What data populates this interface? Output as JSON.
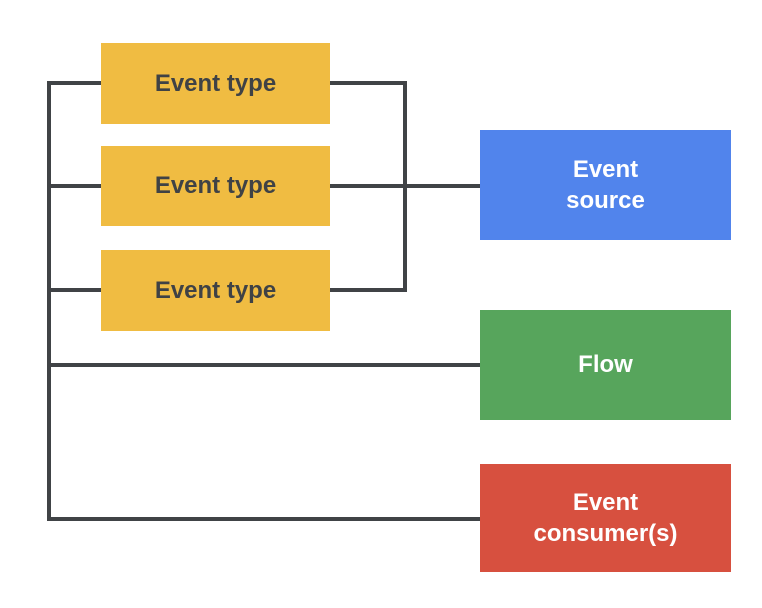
{
  "diagram": {
    "type": "flow-diagram",
    "background_color": "#ffffff",
    "connector_color": "#404346",
    "nodes": {
      "event_type_1": {
        "label": "Event type",
        "color": "#F0BC42",
        "text_color": "#3F4245"
      },
      "event_type_2": {
        "label": "Event type",
        "color": "#F0BC42",
        "text_color": "#3F4245"
      },
      "event_type_3": {
        "label": "Event type",
        "color": "#F0BC42",
        "text_color": "#3F4245"
      },
      "event_source": {
        "label": "Event\nsource",
        "color": "#5184EC",
        "text_color": "#ffffff"
      },
      "flow": {
        "label": "Flow",
        "color": "#57A55C",
        "text_color": "#ffffff"
      },
      "event_consumers": {
        "label": "Event\nconsumer(s)",
        "color": "#D7503F",
        "text_color": "#ffffff"
      }
    },
    "edges": [
      {
        "from": "event_type_1",
        "to": "event_source"
      },
      {
        "from": "event_type_2",
        "to": "event_source"
      },
      {
        "from": "event_type_3",
        "to": "event_source"
      },
      {
        "from": "left_rail",
        "to": "flow"
      },
      {
        "from": "left_rail",
        "to": "event_consumers"
      }
    ]
  }
}
